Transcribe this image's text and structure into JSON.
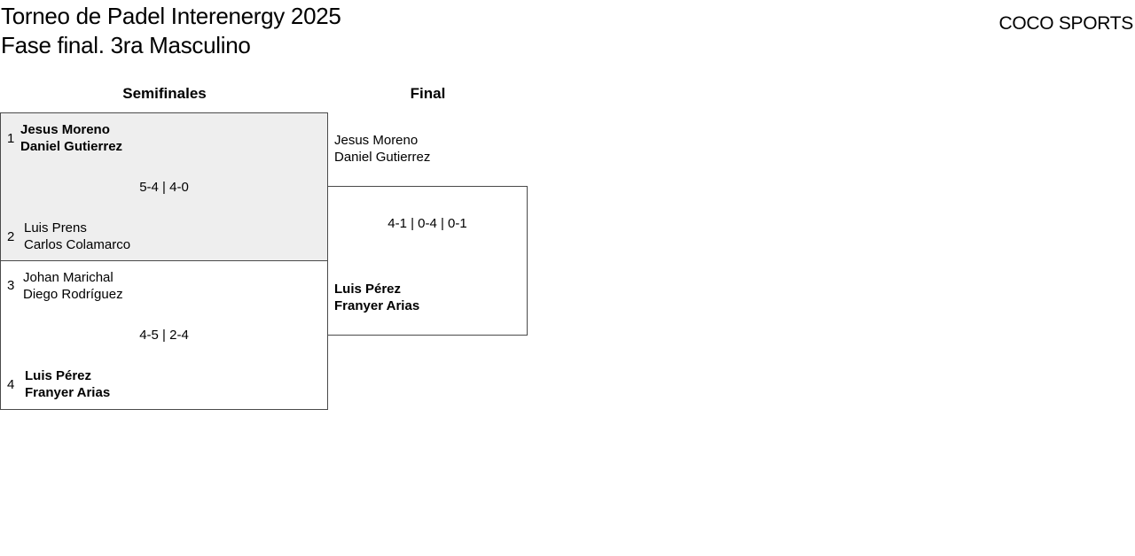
{
  "header": {
    "title_line1": "Torneo de Padel Interenergy 2025",
    "title_line2": "Fase final. 3ra Masculino",
    "brand": "COCO SPORTS"
  },
  "rounds": {
    "semis_label": "Semifinales",
    "final_label": "Final"
  },
  "semifinals": [
    {
      "highlighted": true,
      "top": {
        "seed": "1",
        "player1": "Jesus Moreno",
        "player2": "Daniel Gutierrez",
        "winner": true
      },
      "score": "5-4 | 4-0",
      "bottom": {
        "seed": "2",
        "player1": "Luis Prens",
        "player2": "Carlos Colamarco",
        "winner": false
      }
    },
    {
      "highlighted": false,
      "top": {
        "seed": "3",
        "player1": "Johan Marichal",
        "player2": "Diego Rodríguez",
        "winner": false
      },
      "score": "4-5 | 2-4",
      "bottom": {
        "seed": "4",
        "player1": "Luis Pérez",
        "player2": "Franyer Arias",
        "winner": true
      }
    }
  ],
  "final": {
    "top": {
      "player1": "Jesus Moreno",
      "player2": "Daniel Gutierrez",
      "winner": false
    },
    "score": "4-1 | 0-4 | 0-1",
    "bottom": {
      "player1": "Luis Pérez",
      "player2": "Franyer Arias",
      "winner": true
    }
  },
  "colors": {
    "highlight_background": "#eeeeee",
    "border": "#4a4a4a",
    "text": "#000000"
  }
}
